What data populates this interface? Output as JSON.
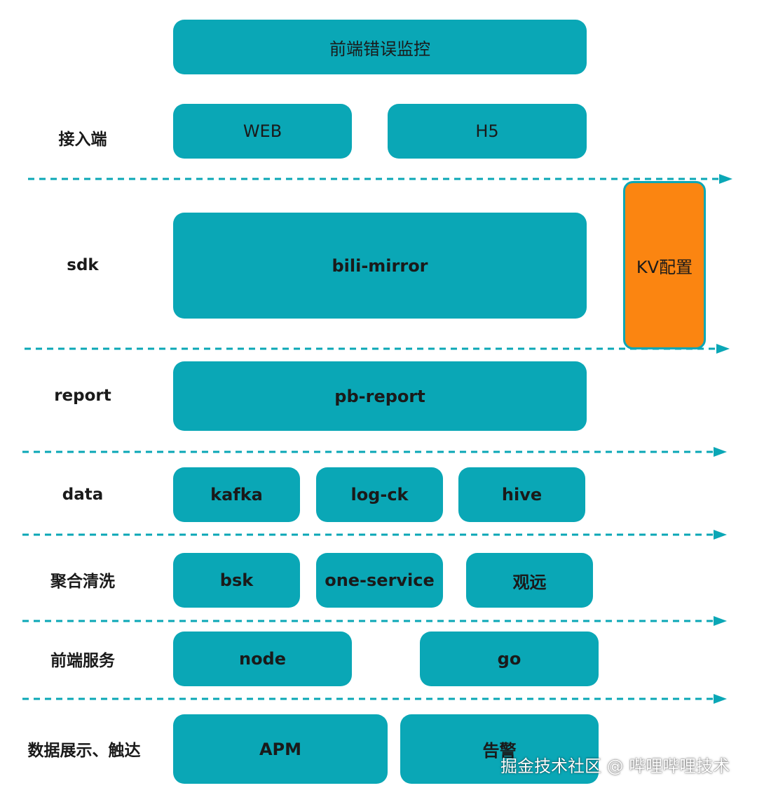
{
  "colors": {
    "box": "#0aa7b6",
    "kv_box": "#fb8511",
    "divider": "#0aa7b6",
    "text": "#1a1a1a"
  },
  "title": "前端错误监控",
  "layers": {
    "access": {
      "label": "接入端",
      "items": [
        "WEB",
        "H5"
      ]
    },
    "sdk": {
      "label": "sdk",
      "items": [
        "bili-mirror"
      ]
    },
    "report": {
      "label": "report",
      "items": [
        "pb-report"
      ]
    },
    "data": {
      "label": "data",
      "items": [
        "kafka",
        "log-ck",
        "hive"
      ]
    },
    "aggregate": {
      "label": "聚合清洗",
      "items": [
        "bsk",
        "one-service",
        "观远"
      ]
    },
    "service": {
      "label": "前端服务",
      "items": [
        "node",
        "go"
      ]
    },
    "display": {
      "label": "数据展示、触达",
      "items": [
        "APM",
        "告警"
      ]
    }
  },
  "kv_config": "KV配置",
  "watermark": "掘金技术社区 @ 哔哩哔哩技术"
}
